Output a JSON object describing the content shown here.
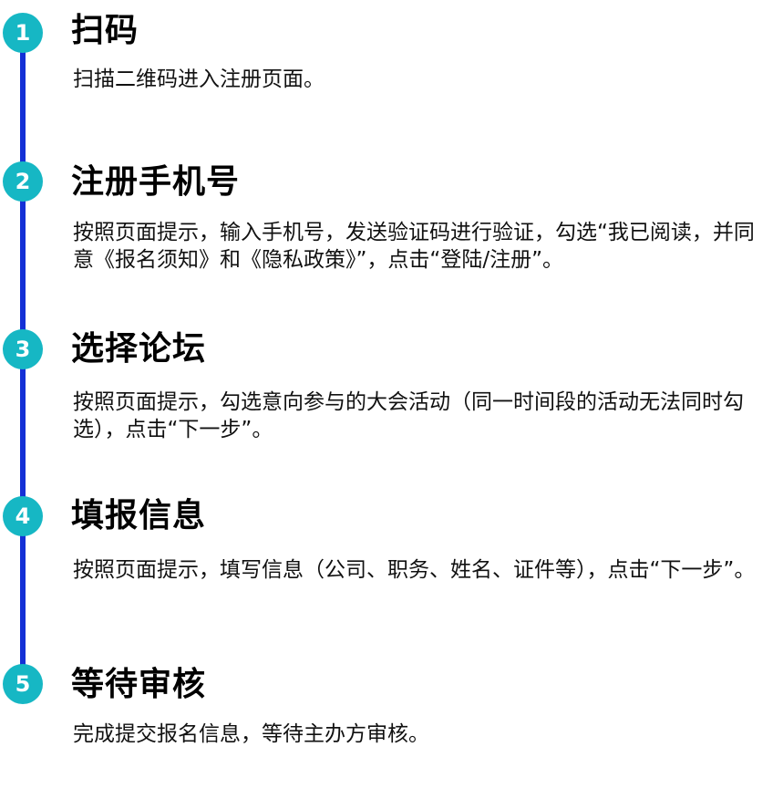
{
  "steps": [
    {
      "number": "1",
      "title": "扫码",
      "description": "扫描二维码进入注册页面。"
    },
    {
      "number": "2",
      "title": "注册手机号",
      "description": "按照页面提示，输入手机号，发送验证码进行验证，勾选“我已阅读，并同意《报名须知》和《隐私政策》”，点击“登陆/注册”。"
    },
    {
      "number": "3",
      "title": "选择论坛",
      "description": "按照页面提示，勾选意向参与的大会活动（同一时间段的活动无法同时勾选），点击“下一步”。"
    },
    {
      "number": "4",
      "title": "填报信息",
      "description": "按照页面提示，填写信息（公司、职务、姓名、证件等），点击“下一步”。"
    },
    {
      "number": "5",
      "title": "等待审核",
      "description": "完成提交报名信息，等待主办方审核。"
    }
  ],
  "colors": {
    "timeline": "#1430d6",
    "badge": "#16b7c4",
    "title": "#000000"
  }
}
